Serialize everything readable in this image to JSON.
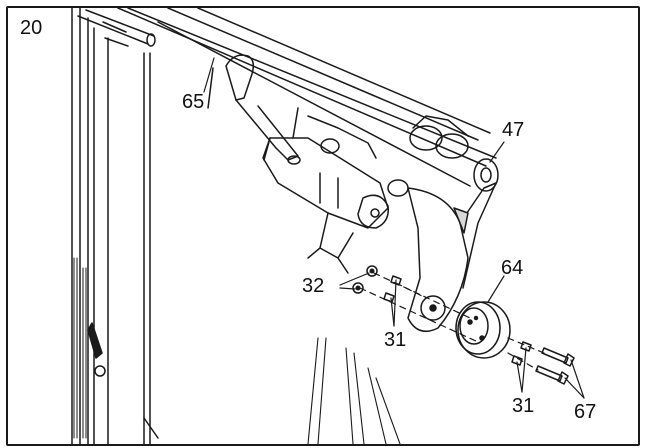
{
  "step": "20",
  "callouts": {
    "handle": "65",
    "arm_tube": "47",
    "pulley": "64",
    "washer_upper": "32",
    "bolt_upper": "31",
    "bolt_lower": "31",
    "screws": "67"
  },
  "colors": {
    "line": "#1a1a1a",
    "background": "#ffffff",
    "shade": "#d9d9d9"
  }
}
